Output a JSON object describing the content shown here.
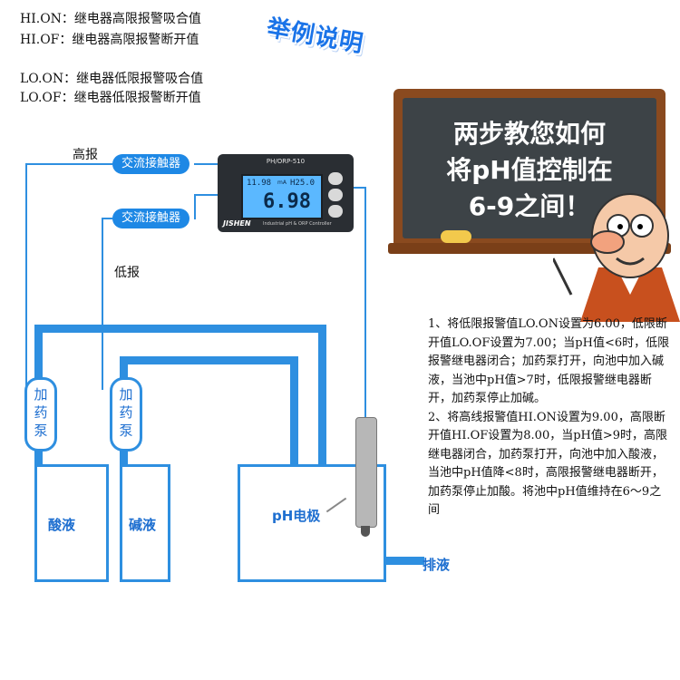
{
  "legend": {
    "hi_on": "HI.ON：继电器高限报警吸合值",
    "hi_of": "HI.OF：继电器高限报警断开值",
    "lo_on": "LO.ON：继电器低限报警吸合值",
    "lo_of": "LO.OF：继电器低限报警断开值"
  },
  "title": "举例说明",
  "blackboard": {
    "line1": "两步教您如何",
    "line2": "将pH值控制在",
    "line3": "6-9之间！"
  },
  "controller": {
    "model": "PH/ORP-510",
    "brand": "JISHEN",
    "subtitle": "Industrial pH & ORP Controller",
    "reading_small": "11.98",
    "unit_small": "mA",
    "temp_label": "H25.0",
    "reading_main": "6.98"
  },
  "diagram": {
    "high_alarm": "高报",
    "low_alarm": "低报",
    "contactor_top": "交流接触器",
    "contactor_bottom": "交流接触器",
    "pump_left": "加药泵",
    "pump_right": "加药泵",
    "tank_acid": "酸液",
    "tank_base": "碱液",
    "electrode": "pH电极",
    "drain": "排液"
  },
  "notes": {
    "step1": "1、将低限报警值LO.ON设置为6.00，低限断开值LO.OF设置为7.00；当pH值<6时，低限报警继电器闭合；加药泵打开，向池中加入碱液，当池中pH值>7时，低限报警继电器断开，加药泵停止加碱。",
    "step2": "2、将高线报警值HI.ON设置为9.00，高限断开值HI.OF设置为8.00，当pH值>9时，高限继电器闭合，加药泵打开，向池中加入酸液，当池中pH值降<8时，高限报警继电器断开，加药泵停止加酸。将池中pH值维持在6～9之间"
  },
  "colors": {
    "pipe": "#2e8fe0",
    "badge": "#1e88e5",
    "title": "#1a73e8",
    "board_frame": "#8a4a1f",
    "board": "#3d4347"
  }
}
